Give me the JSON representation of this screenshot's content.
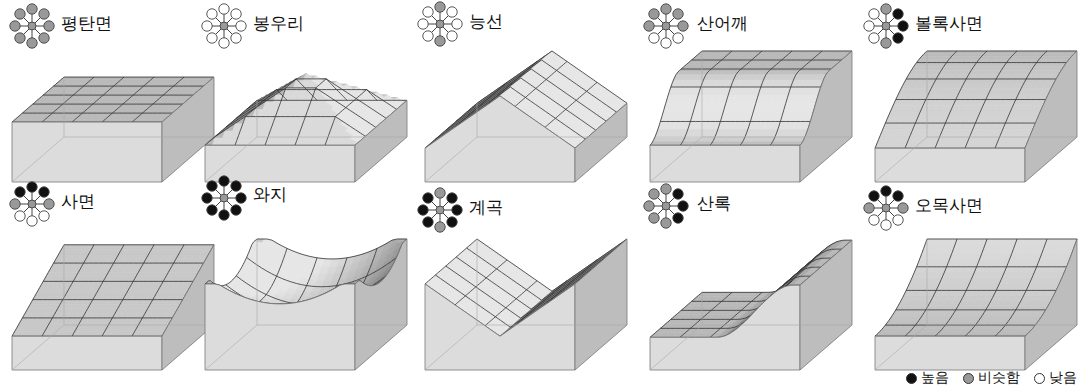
{
  "diagram": {
    "labels": [
      "평탄면",
      "봉우리",
      "능선",
      "산어깨",
      "볼록사면",
      "사면",
      "와지",
      "계곡",
      "산록",
      "오목사면"
    ],
    "legend": [
      {
        "text": "높음",
        "color": "#111111"
      },
      {
        "text": "비슷함",
        "color": "#999999"
      },
      {
        "text": "낮음",
        "color": "#ffffff"
      }
    ]
  }
}
